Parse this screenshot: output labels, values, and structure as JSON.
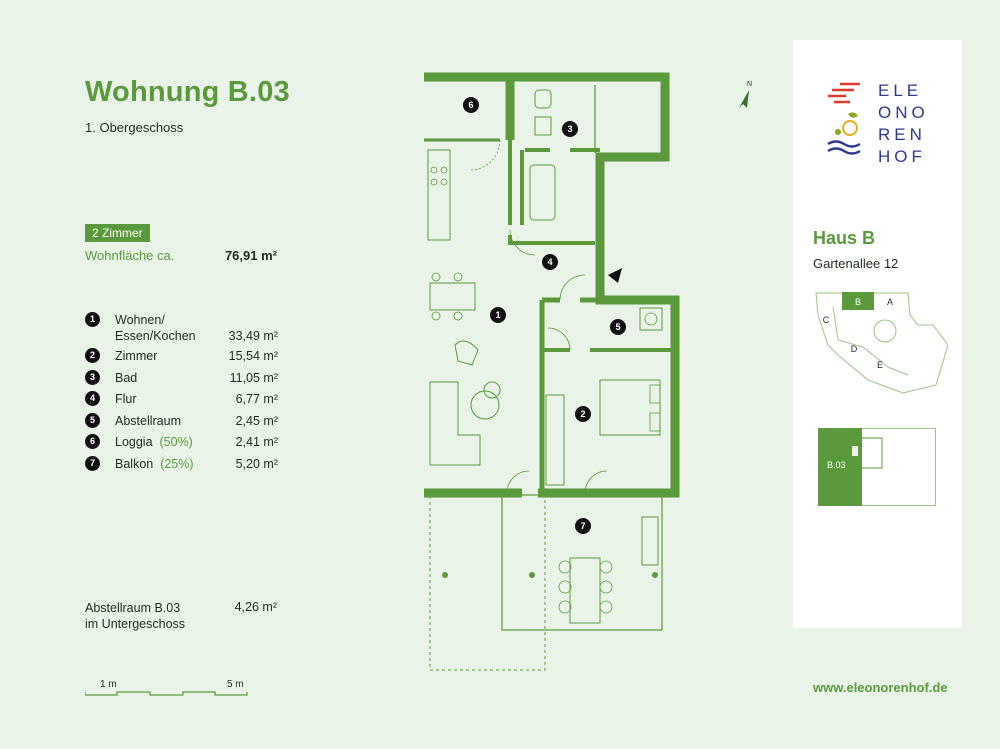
{
  "apartment": {
    "title": "Wohnung B.03",
    "floor": "1. Obergeschoss",
    "rooms_badge": "2 Zimmer",
    "area_label": "Wohnfläche ca.",
    "area_value": "76,91 m²"
  },
  "rooms": [
    {
      "num": "1",
      "label": "Wohnen/",
      "label2": "Essen/Kochen",
      "note": "",
      "value": "33,49 m²"
    },
    {
      "num": "2",
      "label": "Zimmer",
      "label2": "",
      "note": "",
      "value": "15,54 m²"
    },
    {
      "num": "3",
      "label": "Bad",
      "label2": "",
      "note": "",
      "value": "11,05 m²"
    },
    {
      "num": "4",
      "label": "Flur",
      "label2": "",
      "note": "",
      "value": "6,77 m²"
    },
    {
      "num": "5",
      "label": "Abstellraum",
      "label2": "",
      "note": "",
      "value": "2,45 m²"
    },
    {
      "num": "6",
      "label": "Loggia",
      "label2": "",
      "note": "(50%)",
      "value": "2,41 m²"
    },
    {
      "num": "7",
      "label": "Balkon",
      "label2": "",
      "note": "(25%)",
      "value": "5,20 m²"
    }
  ],
  "storage": {
    "line1": "Abstellraum B.03",
    "line2": "im Untergeschoss",
    "value": "4,26 m²"
  },
  "scale": {
    "left": "1 m",
    "right": "5 m"
  },
  "compass": {
    "label": "N"
  },
  "brand": {
    "logo_lines": [
      "ELE",
      "ONO",
      "REN",
      "HOF"
    ],
    "house": "Haus B",
    "address": "Gartenallee 12",
    "website": "www.eleonorenhof.de"
  },
  "site_plan": {
    "labels": [
      "B",
      "A",
      "C",
      "D",
      "E"
    ]
  },
  "unit_map": {
    "label": "B.03"
  },
  "colors": {
    "accent": "#5a9a3c",
    "wall": "#5a9a3c",
    "background": "#eaf3e8"
  }
}
